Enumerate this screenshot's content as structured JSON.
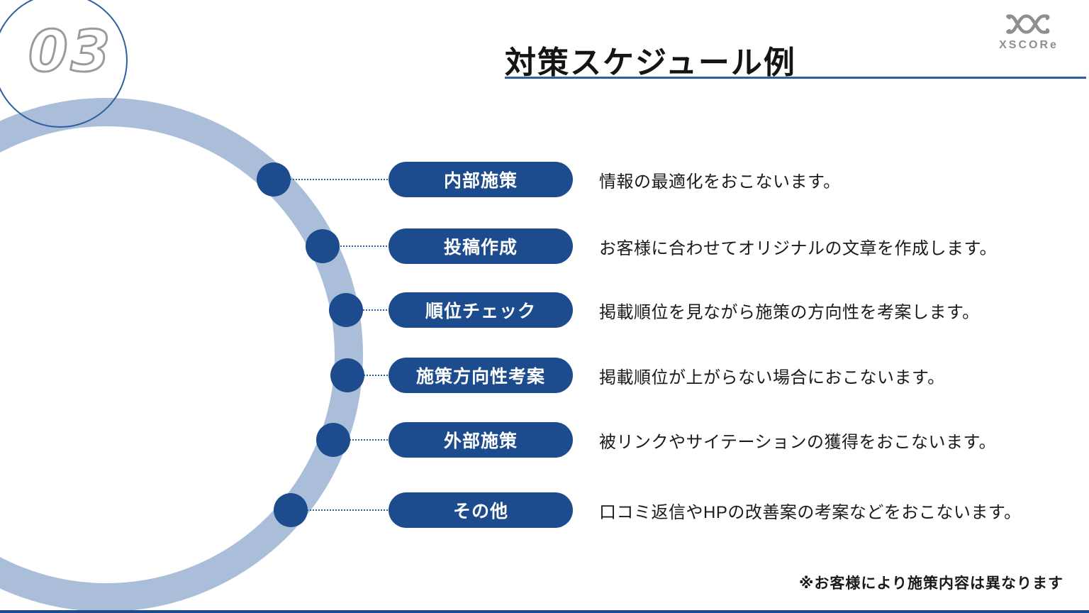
{
  "page": {
    "number": "03"
  },
  "header": {
    "title": "対策スケジュール例"
  },
  "logo": {
    "text": "XSCORe",
    "mark": "double-x-wave-icon"
  },
  "rows": [
    {
      "label": "内部施策",
      "desc": "情報の最適化をおこないます。"
    },
    {
      "label": "投稿作成",
      "desc": "お客様に合わせてオリジナルの文章を作成します。"
    },
    {
      "label": "順位チェック",
      "desc": "掲載順位を見ながら施策の方向性を考案します。"
    },
    {
      "label": "施策方向性考案",
      "desc": "掲載順位が上がらない場合におこないます。"
    },
    {
      "label": "外部施策",
      "desc": "被リンクやサイテーションの獲得をおこないます。"
    },
    {
      "label": "その他",
      "desc": "口コミ返信やHPの改善案の考案などをおこないます。"
    }
  ],
  "footnote": "※お客様により施策内容は異なります",
  "colors": {
    "navy": "#1c4b8e",
    "light_blue": "#aabed9",
    "line_blue": "#2e5f9f",
    "outline_gray": "#9b9b9b"
  }
}
